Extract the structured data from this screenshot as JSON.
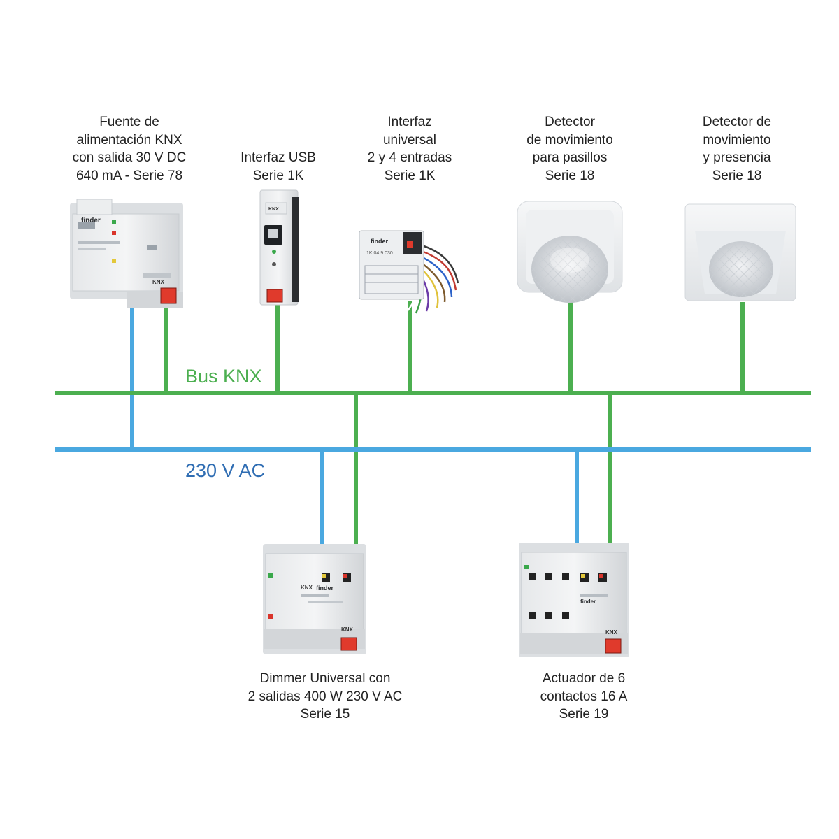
{
  "bus_knx": {
    "label": "Bus KNX",
    "color": "#4caf50"
  },
  "bus_ac": {
    "label": "230 V AC",
    "color": "#4aa8e0",
    "label_color": "#2f6db3"
  },
  "devices": [
    {
      "id": "power-supply",
      "lines": [
        "Fuente de",
        "alimentación KNX",
        "con salida 30 V DC",
        "640 mA - Serie 78"
      ],
      "brand": "finder",
      "bus_mark": "KNX"
    },
    {
      "id": "usb-interface",
      "lines": [
        "Interfaz USB",
        "Serie 1K"
      ],
      "bus_mark": "KNX"
    },
    {
      "id": "universal-interface",
      "lines": [
        "Interfaz",
        "universal",
        "2 y 4 entradas",
        "Serie 1K"
      ],
      "brand": "finder",
      "model": "1K.04.9.030"
    },
    {
      "id": "corridor-motion-detector",
      "lines": [
        "Detector",
        "de movimiento",
        "para pasillos",
        "Serie 18"
      ]
    },
    {
      "id": "presence-detector",
      "lines": [
        "Detector de",
        "movimiento",
        "y presencia",
        "Serie 18"
      ]
    },
    {
      "id": "universal-dimmer",
      "lines": [
        "Dimmer Universal con",
        "2 salidas 400 W 230 V AC",
        "Serie 15"
      ],
      "brand": "finder",
      "bus_mark": "KNX"
    },
    {
      "id": "switch-actuator",
      "lines": [
        "Actuador de 6",
        "contactos 16 A",
        "Serie 19"
      ],
      "brand": "finder",
      "bus_mark": "KNX"
    }
  ]
}
